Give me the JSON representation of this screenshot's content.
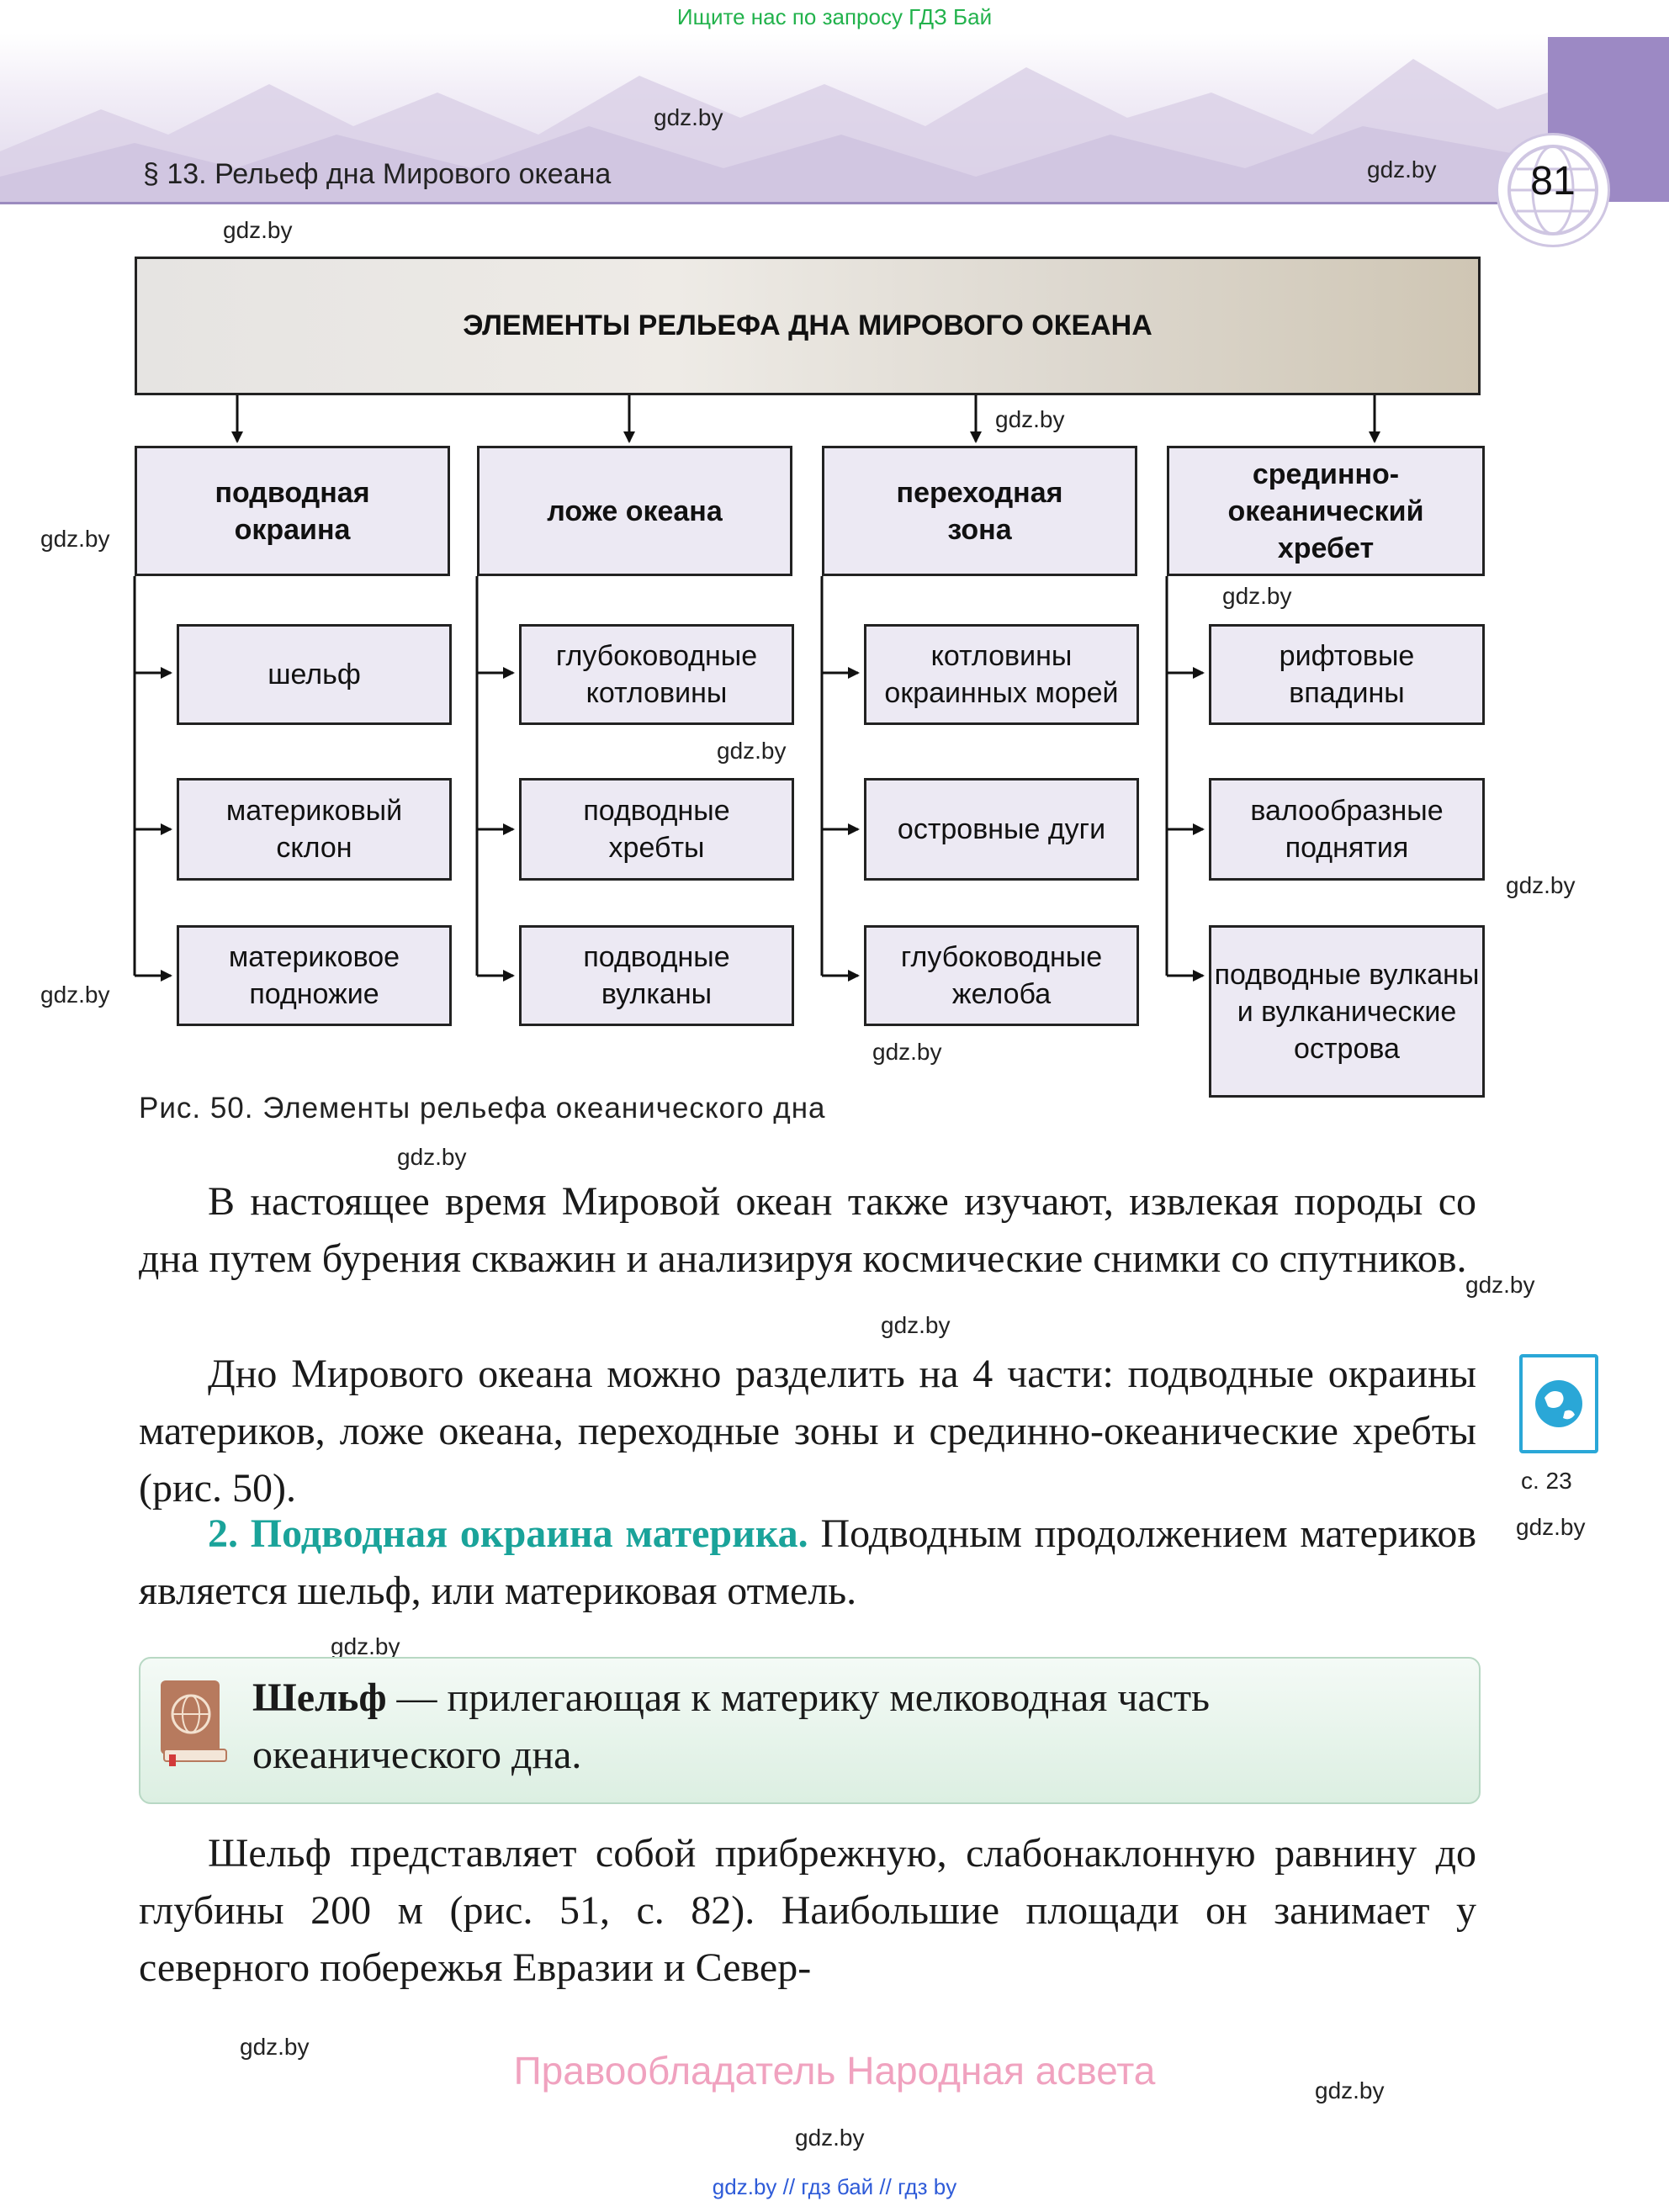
{
  "top_banner": "Ищите нас по запросу ГДЗ Бай",
  "header": {
    "section_title": "§ 13. Рельеф дна Мирового океана",
    "page_number": "81"
  },
  "watermark": "gdz.by",
  "diagram": {
    "title": "ЭЛЕМЕНТЫ РЕЛЬЕФА ДНА МИРОВОГО ОКЕАНА",
    "columns": [
      {
        "category": "подводная окраина",
        "items": [
          "шельф",
          "материковый склон",
          "материковое подножие"
        ]
      },
      {
        "category": "ложе океана",
        "items": [
          "глубоководные котловины",
          "подводные хребты",
          "подводные вулканы"
        ]
      },
      {
        "category": "переходная зона",
        "items": [
          "котловины окраинных морей",
          "островные дуги",
          "глубоководные желоба"
        ]
      },
      {
        "category": "срединно-океанический хребет",
        "items": [
          "рифтовые впадины",
          "валообразные поднятия",
          "подводные вулканы и вулканические острова"
        ]
      }
    ],
    "caption": "Рис. 50. Элементы рельефа океанического дна"
  },
  "paragraphs": {
    "p1": "В настоящее время Мировой океан также изучают, извлекая породы со дна путем бурения скважин и анализируя космические снимки со спутников.",
    "p2": "Дно Мирового океана можно разделить на 4 части: подводные окраины материков, ложе океана, переходные зоны и срединно-океанические хребты (рис. 50).",
    "p3_heading": "2. Подводная окраина материка.",
    "p3_text": "Подводным продолжением материков является шельф, или материковая отмель.",
    "p4": "Шельф представляет собой прибрежную, слабонаклонную равнину до глубины 200 м (рис. 51, с. 82). Наибольшие площади он занимает у северного побережья Евразии и Север-"
  },
  "definition": {
    "term": "Шельф",
    "text": " — прилегающая к материку мелководная часть океанического дна."
  },
  "side_ref": "с. 23",
  "footer": {
    "owner": "Правообладатель Народная асвета",
    "links": "gdz.by  //  гдз бай  //  гдз by"
  }
}
